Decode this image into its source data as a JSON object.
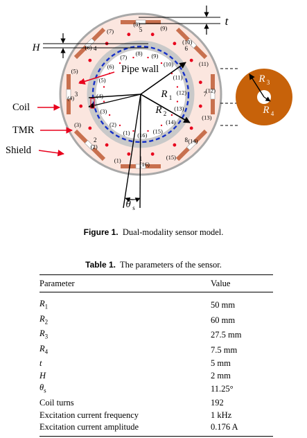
{
  "figure": {
    "labels": {
      "t": "t",
      "H": "H",
      "pipe_wall": "Pipe wall",
      "coil": "Coil",
      "tmr": "TMR",
      "shield": "Shield",
      "R1": "R",
      "R1_sub": "1",
      "R2": "R",
      "R2_sub": "2",
      "R3": "R",
      "R3_sub": "3",
      "R4": "R",
      "R4_sub": "4",
      "theta": "θ",
      "theta_sub": "s"
    },
    "coil_numbers": [
      "1",
      "2",
      "3",
      "4",
      "5",
      "6",
      "7",
      "8"
    ],
    "outer_sensor_labels": [
      "(1)",
      "(2)",
      "(3)",
      "(4)",
      "(5)",
      "(6)",
      "(7)",
      "(8)",
      "(9)",
      "(10)",
      "(11)",
      "(12)",
      "(13)",
      "(14)",
      "(15)",
      "(16)"
    ],
    "inner_sensor_labels": [
      "(1)",
      "(2)",
      "(3)",
      "(4)",
      "(5)",
      "(6)",
      "(7)",
      "(8)",
      "(9)",
      "(10)",
      "(11)",
      "(12)",
      "(13)",
      "(14)",
      "(15)",
      "(16)"
    ],
    "colors": {
      "shield_ring": "#a8a8a8",
      "shield_face": "#fbe6df",
      "pipe_wall": "#c9c9c9",
      "coil": "#c8704e",
      "sensor": "#e8001c",
      "dashed_circle": "#1530c8",
      "arrow": "#e8001c",
      "r3r4_disc": "#c7620a"
    }
  },
  "figure_caption": {
    "label": "Figure 1.",
    "text": "Dual-modality sensor model."
  },
  "table_caption": {
    "label": "Table 1.",
    "text": "The parameters of the sensor."
  },
  "table": {
    "headers": [
      "Parameter",
      "Value"
    ],
    "rows": [
      {
        "name": "R",
        "sub": "1",
        "value": "50 mm"
      },
      {
        "name": "R",
        "sub": "2",
        "value": "60 mm"
      },
      {
        "name": "R",
        "sub": "3",
        "value": "27.5 mm"
      },
      {
        "name": "R",
        "sub": "4",
        "value": "7.5 mm"
      },
      {
        "name": "t",
        "sub": "",
        "value": "5 mm"
      },
      {
        "name": "H",
        "sub": "",
        "value": "2 mm"
      },
      {
        "name": "θ",
        "sub": "s",
        "value": "11.25°"
      },
      {
        "name": "Coil turns",
        "sub": "",
        "value": "192"
      },
      {
        "name": "Excitation current frequency",
        "sub": "",
        "value": "1 kHz"
      },
      {
        "name": "Excitation current amplitude",
        "sub": "",
        "value": "0.176 A"
      }
    ]
  }
}
